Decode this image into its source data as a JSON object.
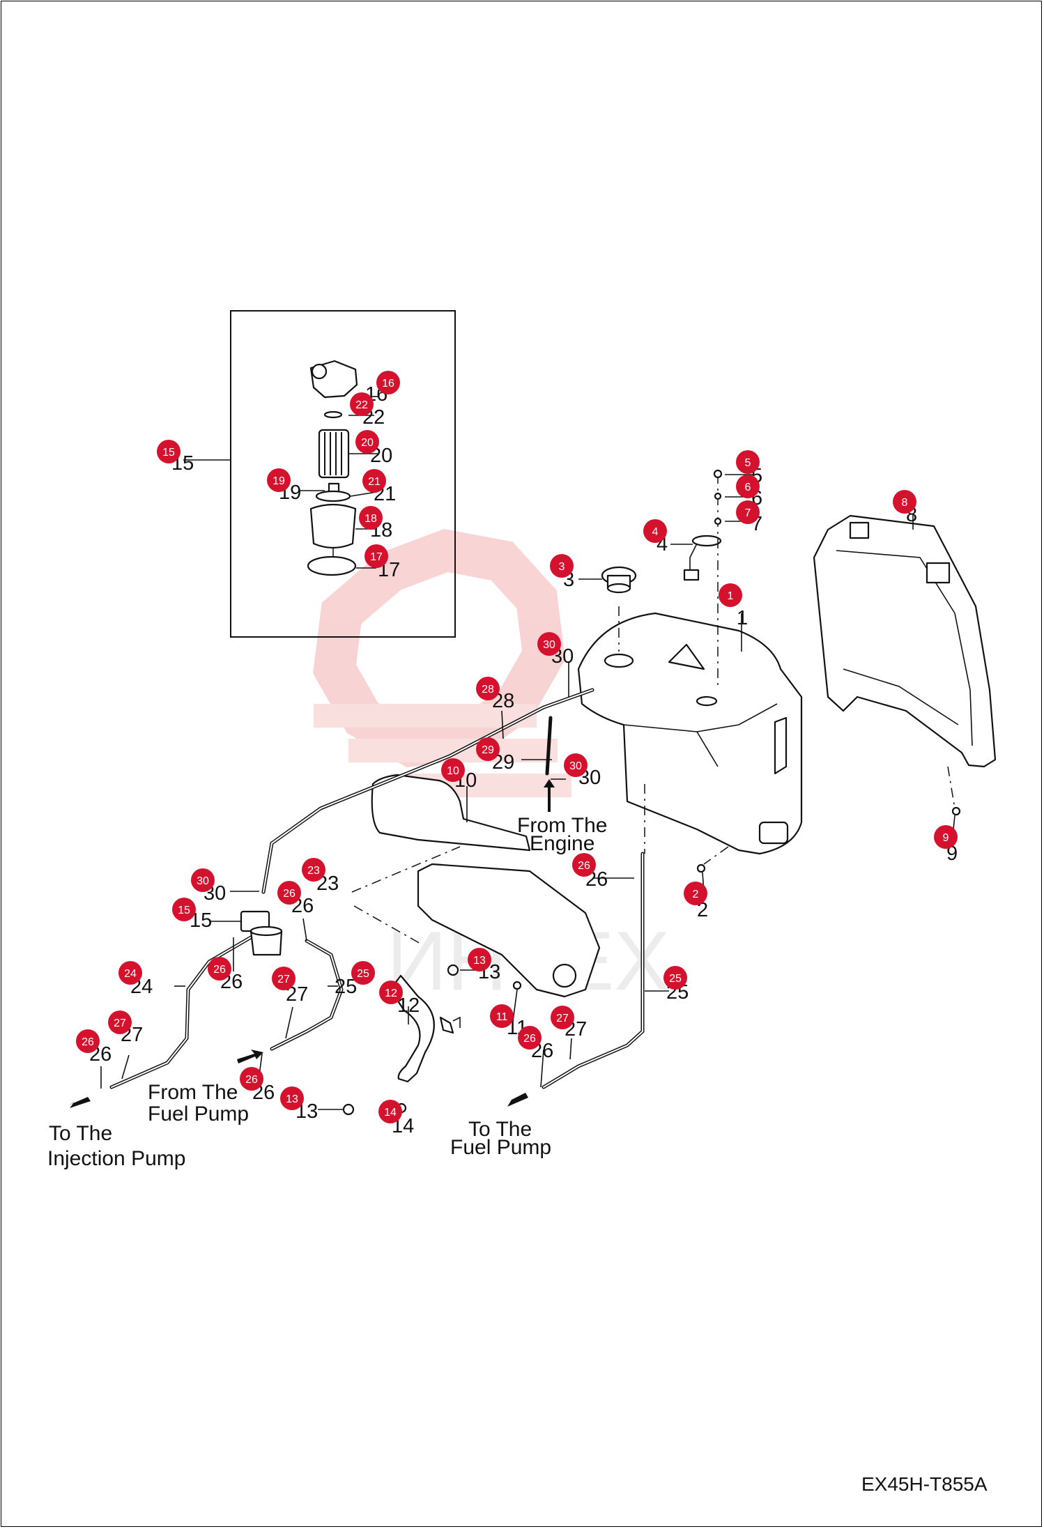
{
  "drawing_code": "EX45H-T855A",
  "watermark": {
    "text": "ИНТЕХ",
    "color": "#f2b8b8"
  },
  "badge_color": "#d4122e",
  "callouts": {
    "c1": "1",
    "c2": "2",
    "c3": "3",
    "c4": "4",
    "c5": "5",
    "c6": "6",
    "c7": "7",
    "c8": "8",
    "c9": "9",
    "c10": "10",
    "c11": "11",
    "c12": "12",
    "c13a": "13",
    "c13b": "13",
    "c14": "14",
    "c15a": "15",
    "c15b": "15",
    "c16": "16",
    "c17": "17",
    "c18": "18",
    "c19": "19",
    "c20": "20",
    "c21": "21",
    "c22": "22",
    "c23": "23",
    "c24": "24",
    "c25a": "25",
    "c25b": "25",
    "c26a": "26",
    "c26b": "26",
    "c26c": "26",
    "c26d": "26",
    "c26e": "26",
    "c26f": "26",
    "c27a": "27",
    "c27b": "27",
    "c27c": "27",
    "c28": "28",
    "c29": "29",
    "c30a": "30",
    "c30b": "30",
    "c30c": "30"
  },
  "captions": {
    "from_engine_1": "From The",
    "from_engine_2": "Engine",
    "from_fuel_pump_1": "From The",
    "from_fuel_pump_2": "Fuel Pump",
    "to_injection_1": "To The",
    "to_injection_2": "Injection Pump",
    "to_fuel_pump_1": "To The",
    "to_fuel_pump_2": "Fuel Pump"
  }
}
